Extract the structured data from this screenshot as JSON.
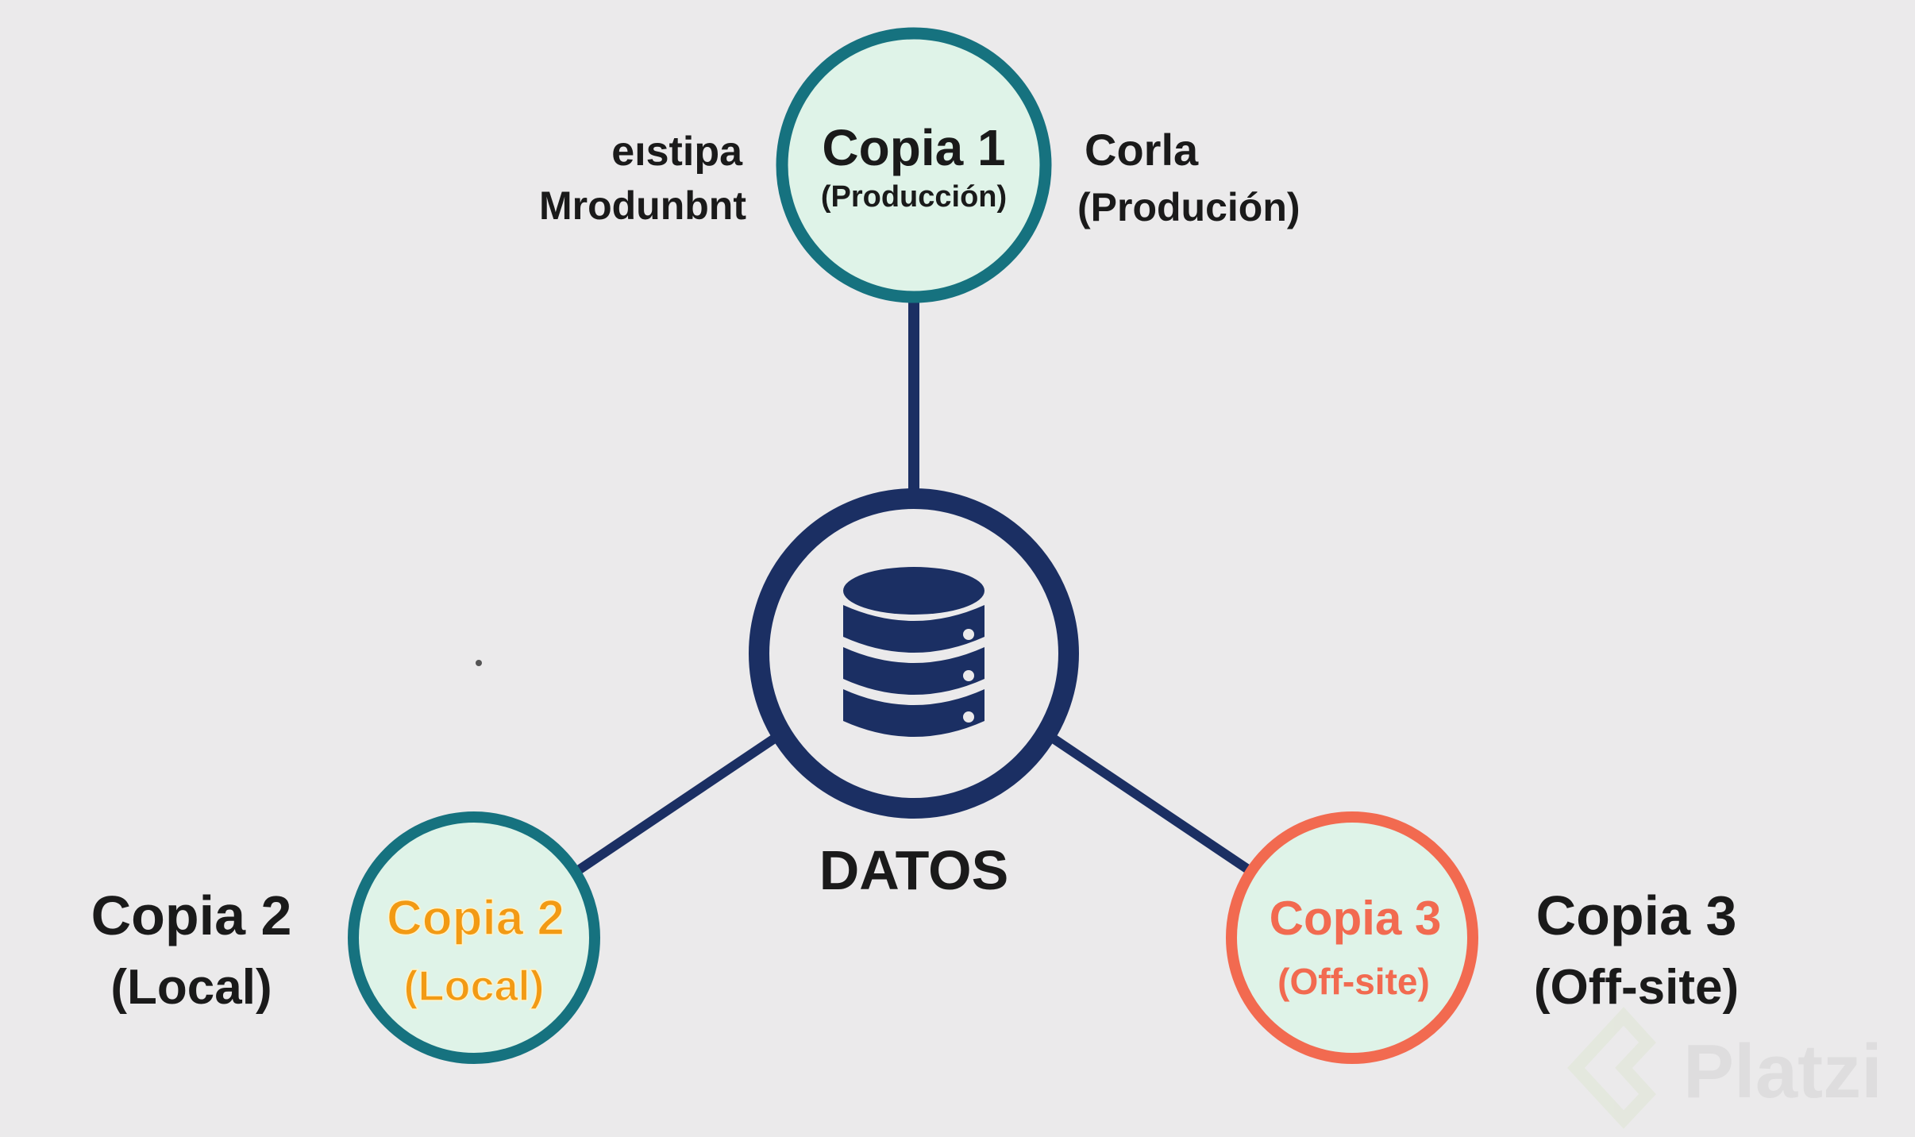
{
  "colors": {
    "background": "#ebeaeb",
    "navy": "#1b2f63",
    "teal": "#16727f",
    "circle_fill": "#dff3e8",
    "orange": "#f29a14",
    "coral": "#f26a50",
    "text": "#1a1a1a",
    "watermark": "#d7d7d7"
  },
  "center": {
    "label": "DATOS",
    "icon": "database-icon"
  },
  "copy1": {
    "title": "Copia 1",
    "subtitle": "(Producción)"
  },
  "copy1_left_label": {
    "line1": "eıstipa",
    "line2": "Mrodunbnt"
  },
  "copy1_right_label": {
    "line1": "Corla",
    "line2": "(Produción)"
  },
  "copy2": {
    "title": "Copia 2",
    "subtitle": "(Local)"
  },
  "copy2_outer_label": {
    "line1": "Copia 2",
    "line2": "(Local)"
  },
  "copy3": {
    "title": "Copia 3",
    "subtitle": "(Off-site)"
  },
  "copy3_outer_label": {
    "line1": "Copia 3",
    "line2": "(Off-site)"
  },
  "watermark": "Platzi"
}
